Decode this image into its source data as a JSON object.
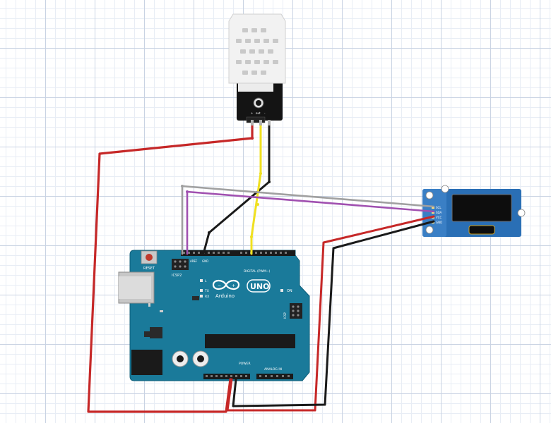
{
  "sensor": {
    "pin_labels": [
      "+",
      "out",
      "-"
    ]
  },
  "arduino": {
    "reset_label": "RESET",
    "icsp2_label": "ICSP2",
    "icsp_label": "ICSP",
    "logo_text": "UNO",
    "brand_text": "Arduino",
    "on_label": "ON",
    "tx_label": "TX",
    "rx_label": "RX",
    "l_label": "L",
    "digital_label": "DIGITAL (PWM~)",
    "power_label": "POWER",
    "analog_label": "ANALOG IN",
    "aref_label": "AREF",
    "gnd_label": "GND"
  },
  "oled": {
    "pin_labels": [
      "SCL",
      "SDA",
      "VCC",
      "GND"
    ]
  },
  "colors": {
    "board": "#1a7a9a",
    "red_wire": "#c62828",
    "black_wire": "#1a1a1a",
    "yellow_wire": "#f0e020",
    "purple_wire": "#a050b0",
    "gray_wire": "#a0a0a0",
    "oled_board": "#2a6fb5"
  }
}
